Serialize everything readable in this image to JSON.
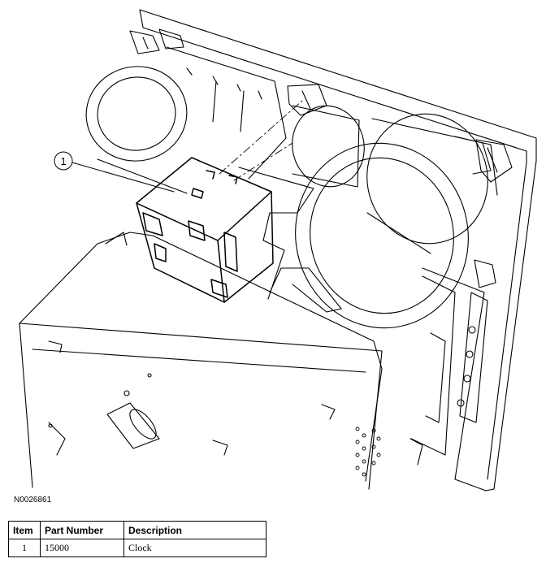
{
  "figure": {
    "id": "N0026861",
    "callouts": [
      {
        "number": "1"
      }
    ]
  },
  "parts_table": {
    "headers": [
      "Item",
      "Part Number",
      "Description"
    ],
    "rows": [
      {
        "item": "1",
        "part_number": "15000",
        "description": "Clock"
      }
    ]
  }
}
